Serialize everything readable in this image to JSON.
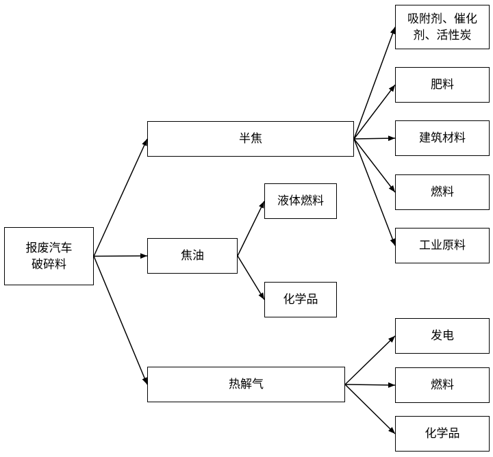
{
  "nodes": {
    "source": {
      "lines": [
        "报废汽车",
        "破碎料"
      ]
    },
    "semicoke": {
      "text": "半焦"
    },
    "tar": {
      "text": "焦油"
    },
    "pyrogas": {
      "text": "热解气"
    },
    "adsorbent": {
      "lines": [
        "吸附剂、催化",
        "剂、活性炭"
      ]
    },
    "fertilizer": {
      "text": "肥料"
    },
    "building": {
      "text": "建筑材料"
    },
    "fuel_a": {
      "text": "燃料"
    },
    "industrial": {
      "text": "工业原料"
    },
    "liquid_fuel": {
      "text": "液体燃料"
    },
    "chemicals_a": {
      "text": "化学品"
    },
    "power": {
      "text": "发电"
    },
    "fuel_b": {
      "text": "燃料"
    },
    "chemicals_b": {
      "text": "化学品"
    }
  },
  "edges": [
    [
      "source",
      "semicoke"
    ],
    [
      "source",
      "tar"
    ],
    [
      "source",
      "pyrogas"
    ],
    [
      "semicoke",
      "adsorbent"
    ],
    [
      "semicoke",
      "fertilizer"
    ],
    [
      "semicoke",
      "building"
    ],
    [
      "semicoke",
      "fuel_a"
    ],
    [
      "semicoke",
      "industrial"
    ],
    [
      "tar",
      "liquid_fuel"
    ],
    [
      "tar",
      "chemicals_a"
    ],
    [
      "pyrogas",
      "power"
    ],
    [
      "pyrogas",
      "fuel_b"
    ],
    [
      "pyrogas",
      "chemicals_b"
    ]
  ]
}
